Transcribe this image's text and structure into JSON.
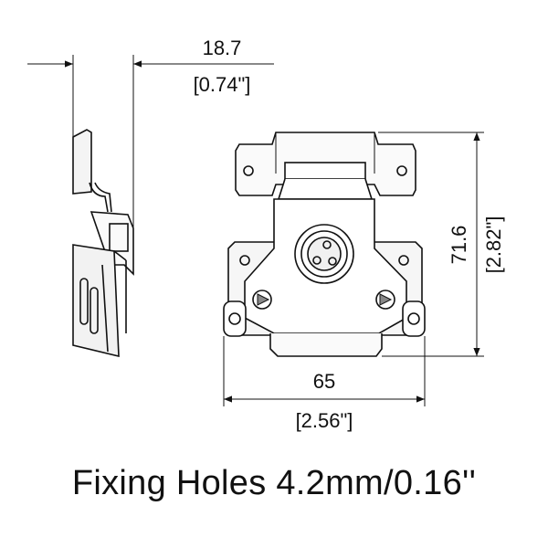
{
  "dimensions": {
    "depth": {
      "metric": "18.7",
      "imperial": "[0.74\"]"
    },
    "height": {
      "metric": "71.6",
      "imperial": "[2.82\"]"
    },
    "width": {
      "metric": "65",
      "imperial": "[2.56\"]"
    }
  },
  "caption": "Fixing Holes 4.2mm/0.16''",
  "colors": {
    "line": "#111111",
    "background": "#ffffff"
  }
}
